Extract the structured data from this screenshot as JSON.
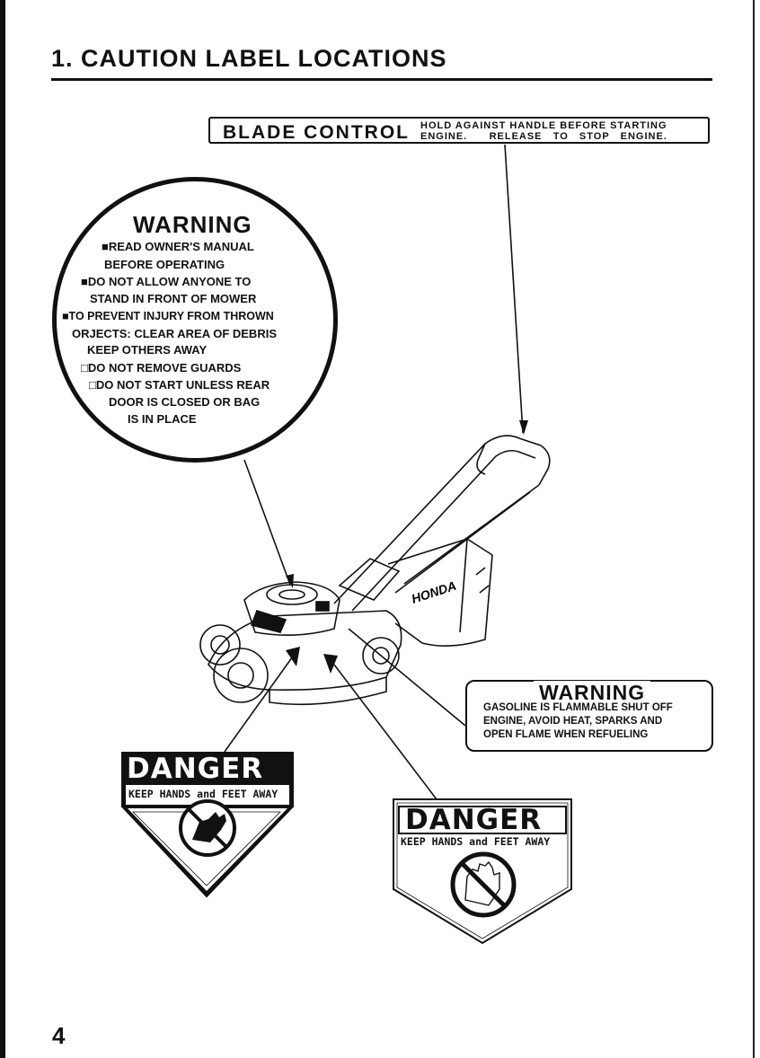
{
  "page": {
    "title": "1.  CAUTION LABEL LOCATIONS",
    "page_number": "4"
  },
  "blade_control": {
    "heading": "BLADE CONTROL",
    "line1": "HOLD AGAINST HANDLE BEFORE STARTING",
    "line2": "ENGINE.      RELEASE   TO   STOP   ENGINE."
  },
  "warning_circle": {
    "title": "WARNING",
    "lines": [
      "■READ OWNER'S MANUAL",
      "BEFORE OPERATING",
      "■DO NOT ALLOW ANYONE TO",
      "STAND IN FRONT OF MOWER",
      "■TO PREVENT INJURY FROM THROWN",
      "ORJECTS: CLEAR AREA OF DEBRIS",
      "KEEP OTHERS AWAY",
      "□DO NOT REMOVE GUARDS",
      "□DO NOT START UNLESS REAR",
      "DOOR IS CLOSED OR BAG",
      "IS IN PLACE"
    ]
  },
  "warning_box": {
    "title": "WARNING",
    "lines": [
      "GASOLINE IS FLAMMABLE SHUT OFF",
      "ENGINE, AVOID HEAT, SPARKS AND",
      "OPEN FLAME WHEN REFUELING"
    ]
  },
  "danger_left": {
    "title": "DANGER",
    "subtitle": "KEEP HANDS and FEET AWAY"
  },
  "danger_right": {
    "title": "DANGER",
    "subtitle": "KEEP HANDS and FEET AWAY"
  },
  "mower": {
    "brand": "HONDA"
  },
  "icons": {
    "mower": "lawn-mower-illustration",
    "hand_left": "hand-prohibited-icon",
    "hand_right": "hand-prohibited-icon"
  }
}
